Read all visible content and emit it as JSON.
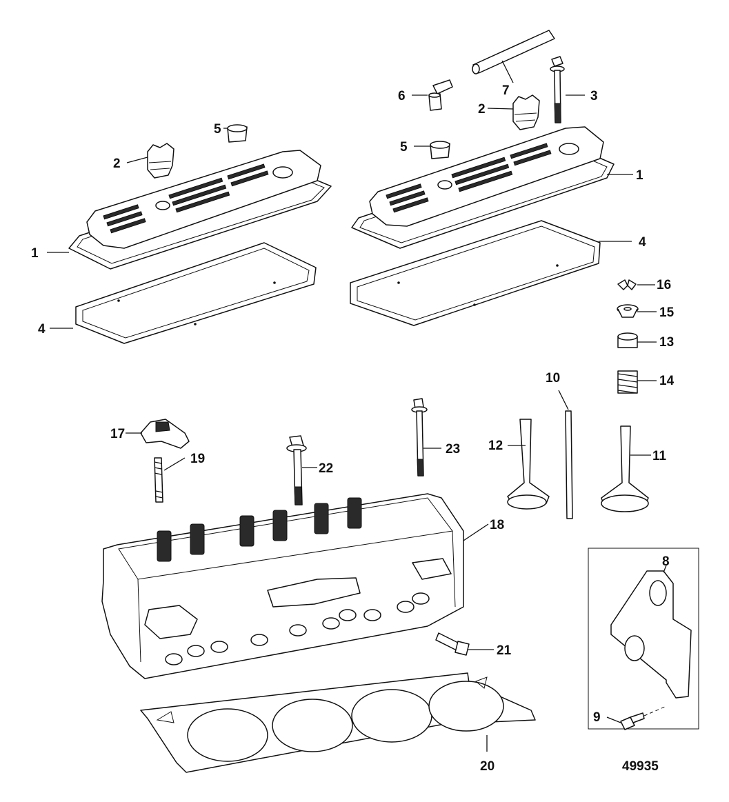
{
  "diagram": {
    "figure_number": "49935",
    "callouts": [
      {
        "id": "c1a",
        "label": "1"
      },
      {
        "id": "c1b",
        "label": "1"
      },
      {
        "id": "c2a",
        "label": "2"
      },
      {
        "id": "c2b",
        "label": "2"
      },
      {
        "id": "c3",
        "label": "3"
      },
      {
        "id": "c4a",
        "label": "4"
      },
      {
        "id": "c4b",
        "label": "4"
      },
      {
        "id": "c5a",
        "label": "5"
      },
      {
        "id": "c5b",
        "label": "5"
      },
      {
        "id": "c6",
        "label": "6"
      },
      {
        "id": "c7",
        "label": "7"
      },
      {
        "id": "c8",
        "label": "8"
      },
      {
        "id": "c9",
        "label": "9"
      },
      {
        "id": "c10",
        "label": "10"
      },
      {
        "id": "c11",
        "label": "11"
      },
      {
        "id": "c12",
        "label": "12"
      },
      {
        "id": "c13",
        "label": "13"
      },
      {
        "id": "c14",
        "label": "14"
      },
      {
        "id": "c15",
        "label": "15"
      },
      {
        "id": "c16",
        "label": "16"
      },
      {
        "id": "c17",
        "label": "17"
      },
      {
        "id": "c18",
        "label": "18"
      },
      {
        "id": "c19",
        "label": "19"
      },
      {
        "id": "c20",
        "label": "20"
      },
      {
        "id": "c21",
        "label": "21"
      },
      {
        "id": "c22",
        "label": "22"
      },
      {
        "id": "c23",
        "label": "23"
      }
    ]
  }
}
